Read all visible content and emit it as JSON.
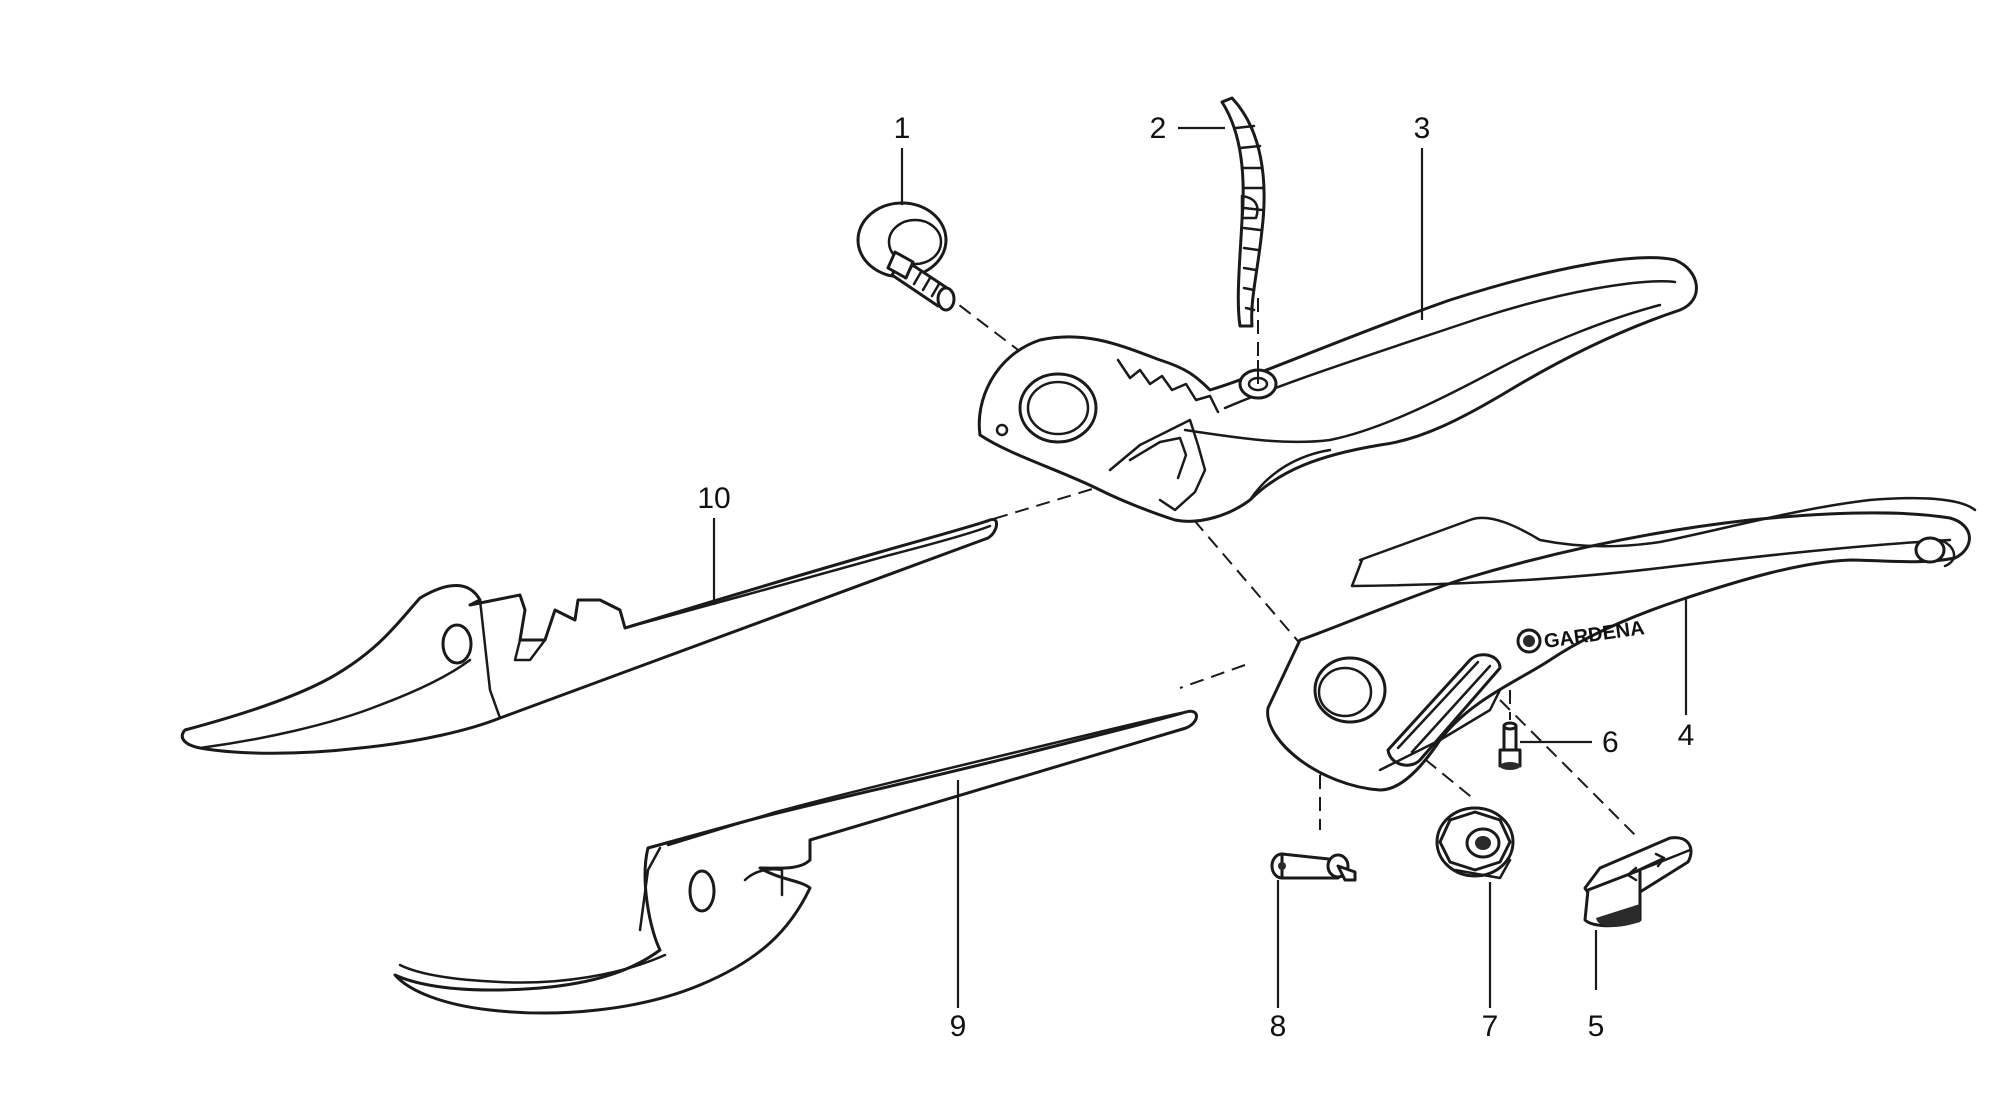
{
  "diagram": {
    "brand_text": "GARDENA",
    "callouts": [
      {
        "id": "1",
        "label": "1"
      },
      {
        "id": "2",
        "label": "2"
      },
      {
        "id": "3",
        "label": "3"
      },
      {
        "id": "4",
        "label": "4"
      },
      {
        "id": "5",
        "label": "5"
      },
      {
        "id": "6",
        "label": "6"
      },
      {
        "id": "7",
        "label": "7"
      },
      {
        "id": "8",
        "label": "8"
      },
      {
        "id": "9",
        "label": "9"
      },
      {
        "id": "10",
        "label": "10"
      }
    ],
    "colors": {
      "line": "#1a1a1a",
      "paper": "#ffffff"
    }
  }
}
